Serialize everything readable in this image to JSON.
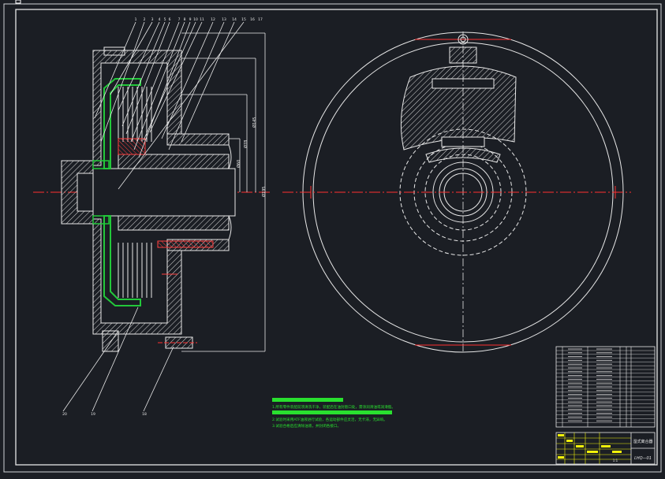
{
  "colors": {
    "background": "#1b1e24",
    "frame": "#cfd3d6",
    "line_white": "#e8e8e8",
    "centerline": "#ff3030",
    "seal_green": "#22c83a",
    "notes_green": "#29e02f",
    "title_yellow": "#f2f20a"
  },
  "drawing": {
    "part_callouts": [
      "1",
      "2",
      "3",
      "4",
      "5",
      "6",
      "7",
      "8",
      "9",
      "10",
      "11",
      "12",
      "13",
      "14",
      "15",
      "16",
      "17"
    ],
    "lower_callouts": [
      "20",
      "19",
      "18"
    ],
    "dimensions": [
      "Ø60",
      "Ø78",
      "Ø145",
      "Ø195"
    ],
    "tech_notes": [
      "1.所有零件装配前须清洗干净，装配后在油封唇口处，需涂润滑油或润滑脂。",
      "2.试验时采用ATF油液进行试验，各运动部件应灵活，无卡滞，无异响。",
      "3.试验合格后应清除油液，并封闭各接口。"
    ],
    "title_block": {
      "name": "湿式离合器",
      "drawing_no": "LHQ—01",
      "scale": "1:1"
    }
  }
}
